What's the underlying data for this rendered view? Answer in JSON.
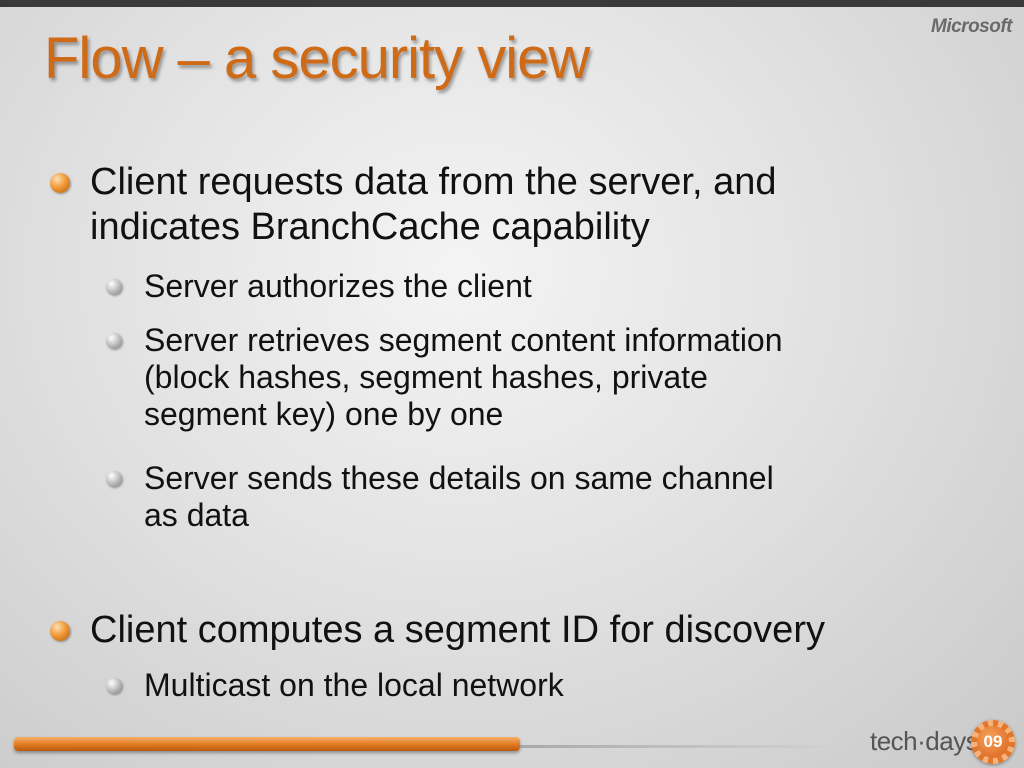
{
  "header": {
    "logo_text": "Microsoft"
  },
  "slide": {
    "title": "Flow – a security view",
    "bullets": [
      {
        "text_lines": [
          "Client requests data from the server, and",
          "indicates BranchCache capability"
        ],
        "sub": [
          {
            "text_lines": [
              "Server authorizes the client"
            ]
          },
          {
            "text_lines": [
              "Server retrieves segment content information",
              "(block hashes, segment hashes, private",
              "segment key) one by one"
            ]
          },
          {
            "text_lines": [
              "Server sends these details on same channel",
              "as data"
            ]
          }
        ]
      },
      {
        "text_lines": [
          "Client computes a segment ID for discovery"
        ],
        "sub": [
          {
            "text_lines": [
              "Multicast on the local network"
            ]
          }
        ]
      }
    ]
  },
  "footer": {
    "brand_text": "tech·days",
    "badge_text": "09"
  },
  "colors": {
    "title": "#cf6a17",
    "accent_orange": "#e0781f",
    "top_bar": "#3a3a3a"
  },
  "icons": {
    "level1_bullet": "orange-sphere-bullet-icon",
    "level2_bullet": "gray-sphere-bullet-icon"
  }
}
